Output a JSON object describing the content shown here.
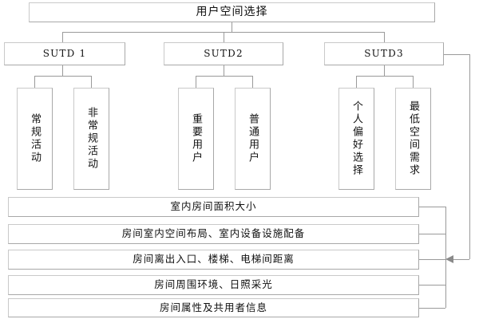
{
  "diagram": {
    "title_box": {
      "label": "用户空间选择"
    },
    "tiers": [
      {
        "label": "SUTD 1"
      },
      {
        "label": "SUTD2"
      },
      {
        "label": "SUTD3"
      }
    ],
    "leaves": [
      {
        "label": "常规活动"
      },
      {
        "label": "非常规活动"
      },
      {
        "label": "重要用户"
      },
      {
        "label": "普通用户"
      },
      {
        "label": "个人偏好选择"
      },
      {
        "label": "最低空间需求"
      }
    ],
    "attributes": [
      {
        "label": "室内房间面积大小"
      },
      {
        "label": "房间室内空间布局、室内设备设施配备"
      },
      {
        "label": "房间离出入口、楼梯、电梯间距离"
      },
      {
        "label": "房间周围环境、日照采光"
      },
      {
        "label": "房间属性及共用者信息"
      }
    ],
    "colors": {
      "box_border": "#b4b4b4",
      "line": "#9a9a9a",
      "arrow": "#8a8a8a",
      "background": "#ffffff",
      "text": "#111111"
    }
  }
}
